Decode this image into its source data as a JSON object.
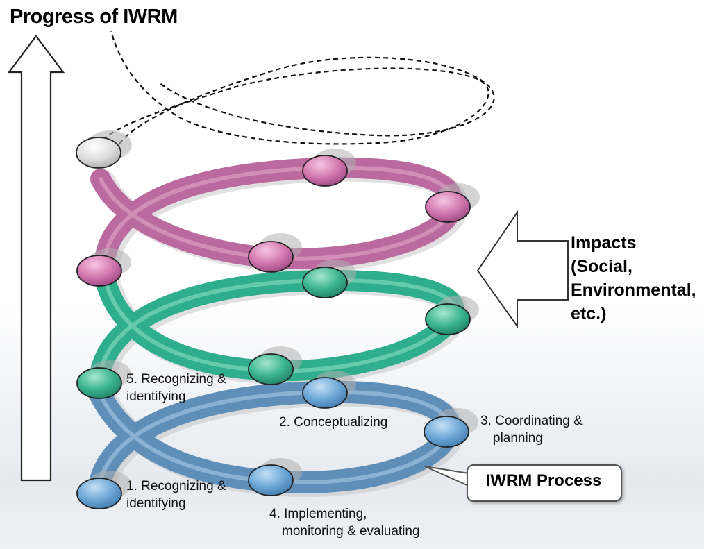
{
  "title": "Progress of IWRM",
  "impacts": {
    "line1": "Impacts",
    "line2": "(Social,",
    "line3": "Environmental,",
    "line4": "etc.)"
  },
  "process_label": "IWRM Process",
  "steps": {
    "s1": {
      "line1": "1. Recognizing &",
      "line2": "identifying"
    },
    "s2": {
      "line1": "2. Conceptualizing"
    },
    "s3": {
      "line1": "3. Coordinating &",
      "line2": "planning"
    },
    "s4": {
      "line1": "4. Implementing,",
      "line2": "monitoring & evaluating"
    },
    "s5": {
      "line1": "5. Recognizing &",
      "line2": "identifying"
    }
  },
  "colors": {
    "blue_ring": "#5f8fb8",
    "blue_node": "#6ea8d8",
    "green_ring": "#2fae8e",
    "green_node": "#3cb58f",
    "pink_ring": "#bb6aa0",
    "pink_node": "#d478b0",
    "grey_node": "#d8d8d8"
  }
}
